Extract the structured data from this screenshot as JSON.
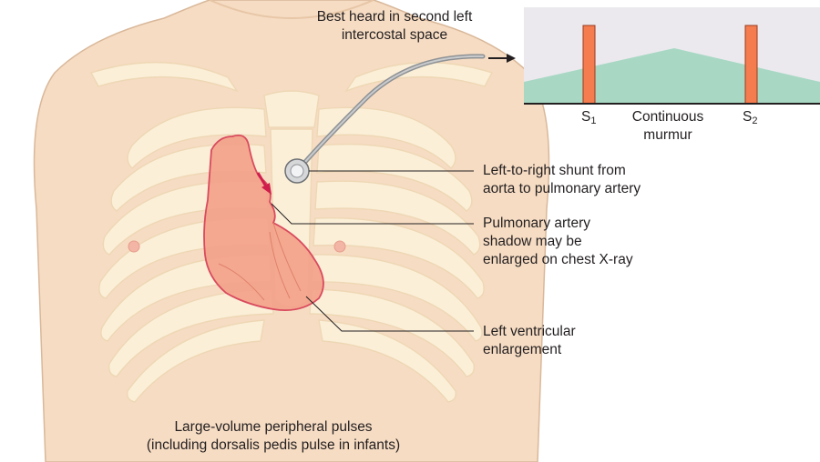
{
  "title_note": {
    "line1": "Best heard in second left",
    "line2": "intercostal space"
  },
  "phonocardiogram": {
    "s1_base": "S",
    "s1_sub": "1",
    "s2_base": "S",
    "s2_sub": "2",
    "murmur_line1": "Continuous",
    "murmur_line2": "murmur",
    "murmur_color": "#a8d8c4",
    "sound_bar_color": "#f47c4e"
  },
  "annotations": [
    {
      "id": "shunt",
      "lines": [
        "Left-to-right shunt from",
        "aorta to pulmonary artery"
      ]
    },
    {
      "id": "pulmonary",
      "lines": [
        "Pulmonary artery",
        "shadow may be",
        "enlarged on chest X-ray"
      ]
    },
    {
      "id": "ventricle",
      "lines": [
        "Left ventricular",
        "enlargement"
      ]
    }
  ],
  "footer": {
    "line1": "Large-volume peripheral pulses",
    "line2": "(including dorsalis pedis pulse in infants)"
  },
  "colors": {
    "skin": "#f6dcc3",
    "skin_outline": "#d9b89a",
    "bone": "#fbefd8",
    "heart_fill": "#f3a088",
    "heart_outline": "#d94a5e",
    "arrow": "#d01e4c"
  }
}
